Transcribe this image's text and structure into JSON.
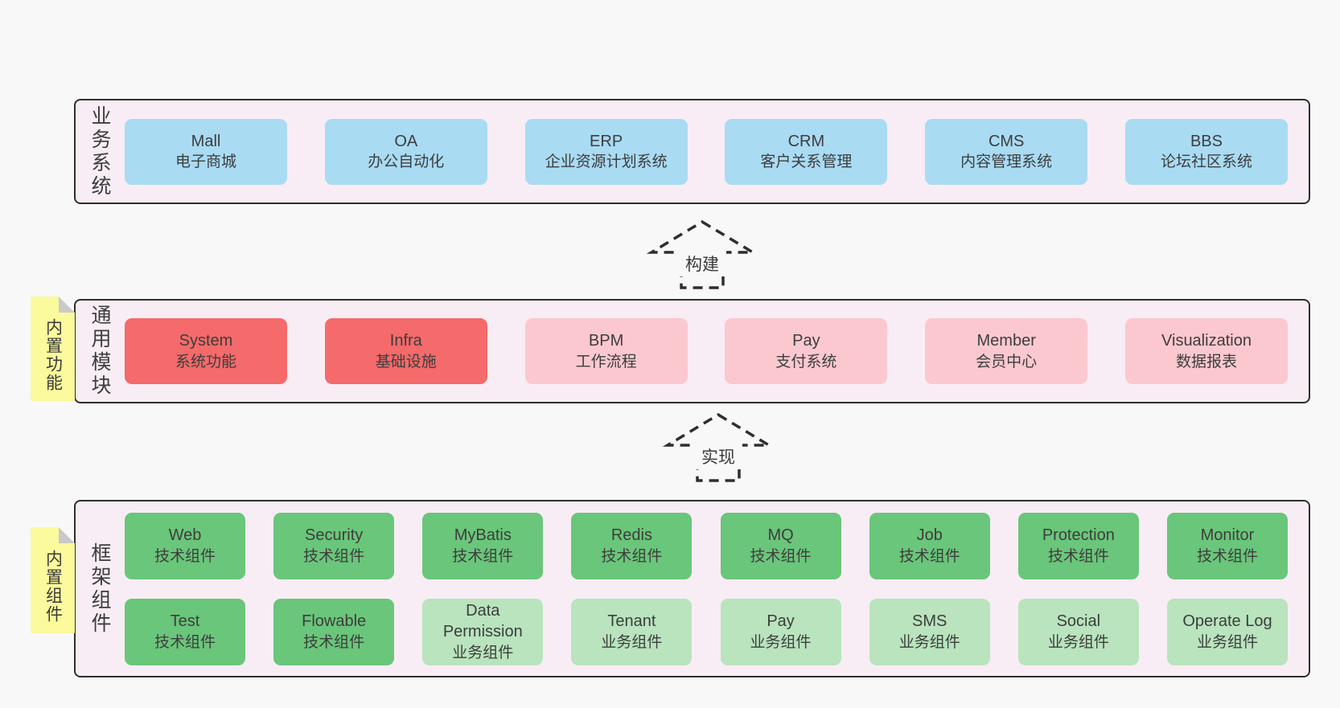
{
  "colors": {
    "page_bg": "#f8f8f8",
    "band_bg": "#f8edf5",
    "band_border": "#2e2e2e",
    "text": "#3d3d3d",
    "note_yellow": "#fbfa9c",
    "note_fold": "#c9c9c9",
    "arrow_stroke": "#2e2e2e",
    "blue": "#a9dbf3",
    "red": "#f56a6a",
    "pink": "#fbc8cf",
    "green": "#6ac67a",
    "light_green": "#b9e4bd"
  },
  "bands": [
    {
      "id": "business",
      "label": "业务系统",
      "note": null,
      "rows": [
        [
          {
            "name": "Mall",
            "desc": "电子商城",
            "variant": "blue"
          },
          {
            "name": "OA",
            "desc": "办公自动化",
            "variant": "blue"
          },
          {
            "name": "ERP",
            "desc": "企业资源计划系统",
            "variant": "blue"
          },
          {
            "name": "CRM",
            "desc": "客户关系管理",
            "variant": "blue"
          },
          {
            "name": "CMS",
            "desc": "内容管理系统",
            "variant": "blue"
          },
          {
            "name": "BBS",
            "desc": "论坛社区系统",
            "variant": "blue"
          }
        ]
      ]
    },
    {
      "id": "modules",
      "label": "通用模块",
      "note": "内置功能",
      "rows": [
        [
          {
            "name": "System",
            "desc": "系统功能",
            "variant": "red"
          },
          {
            "name": "Infra",
            "desc": "基础设施",
            "variant": "red"
          },
          {
            "name": "BPM",
            "desc": "工作流程",
            "variant": "pink"
          },
          {
            "name": "Pay",
            "desc": "支付系统",
            "variant": "pink"
          },
          {
            "name": "Member",
            "desc": "会员中心",
            "variant": "pink"
          },
          {
            "name": "Visualization",
            "desc": "数据报表",
            "variant": "pink"
          }
        ]
      ]
    },
    {
      "id": "components",
      "label": "框架组件",
      "note": "内置组件",
      "rows": [
        [
          {
            "name": "Web",
            "desc": "技术组件",
            "variant": "green"
          },
          {
            "name": "Security",
            "desc": "技术组件",
            "variant": "green"
          },
          {
            "name": "MyBatis",
            "desc": "技术组件",
            "variant": "green"
          },
          {
            "name": "Redis",
            "desc": "技术组件",
            "variant": "green"
          },
          {
            "name": "MQ",
            "desc": "技术组件",
            "variant": "green"
          },
          {
            "name": "Job",
            "desc": "技术组件",
            "variant": "green"
          },
          {
            "name": "Protection",
            "desc": "技术组件",
            "variant": "green"
          },
          {
            "name": "Monitor",
            "desc": "技术组件",
            "variant": "green"
          }
        ],
        [
          {
            "name": "Test",
            "desc": "技术组件",
            "variant": "green"
          },
          {
            "name": "Flowable",
            "desc": "技术组件",
            "variant": "green"
          },
          {
            "name": "Data Permission",
            "desc": "业务组件",
            "variant": "light_green"
          },
          {
            "name": "Tenant",
            "desc": "业务组件",
            "variant": "light_green"
          },
          {
            "name": "Pay",
            "desc": "业务组件",
            "variant": "light_green"
          },
          {
            "name": "SMS",
            "desc": "业务组件",
            "variant": "light_green"
          },
          {
            "name": "Social",
            "desc": "业务组件",
            "variant": "light_green"
          },
          {
            "name": "Operate Log",
            "desc": "业务组件",
            "variant": "light_green"
          }
        ]
      ]
    }
  ],
  "arrows": [
    {
      "id": "build",
      "label": "构建"
    },
    {
      "id": "implement",
      "label": "实现"
    }
  ]
}
